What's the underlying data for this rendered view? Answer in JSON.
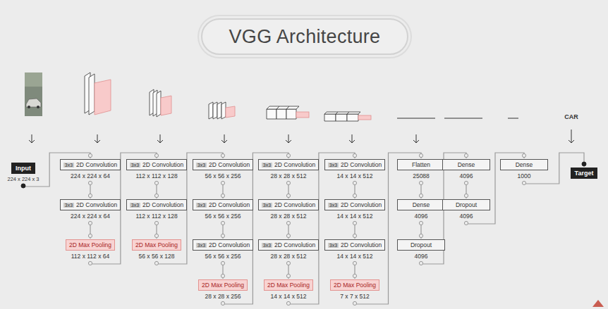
{
  "diagram": {
    "title": "VGG Architecture",
    "nodes": [
      {
        "text": [
          "Input",
          "224 x 224 x 3"
        ]
      },
      {
        "text": [
          "3x3",
          "2D Convolution",
          "224 x 224 x 64"
        ]
      },
      {
        "text": [
          "3x3",
          "2D Convolution",
          "224 x 224 x 64"
        ]
      },
      {
        "text": [
          "2D Max Pooling",
          "112 x 112 x 64"
        ]
      },
      {
        "text": [
          "3x3",
          "2D Convolution",
          "112 x 112 x 128"
        ]
      },
      {
        "text": [
          "3x3",
          "2D Convolution",
          "112 x 112 x 128"
        ]
      },
      {
        "text": [
          "2D Max Pooling",
          "56 x 56 x 128"
        ]
      },
      {
        "text": [
          "3x3",
          "2D Convolution",
          "56 x 56 x 256"
        ]
      },
      {
        "text": [
          "3x3",
          "2D Convolution",
          "56 x 56 x 256"
        ]
      },
      {
        "text": [
          "3x3",
          "2D Convolution",
          "56 x 56 x 256"
        ]
      },
      {
        "text": [
          "2D Max Pooling",
          "28 x 28 x 256"
        ]
      },
      {
        "text": [
          "3x3",
          "2D Convolution",
          "28 x 28 x 512"
        ]
      },
      {
        "text": [
          "3x3",
          "2D Convolution",
          "28 x 28 x 512"
        ]
      },
      {
        "text": [
          "3x3",
          "2D Convolution",
          "28 x 28 x 512"
        ]
      },
      {
        "text": [
          "2D Max Pooling",
          "14 x 14 x 512"
        ]
      },
      {
        "text": [
          "3x3",
          "2D Convolution",
          "14 x 14 x 512"
        ]
      },
      {
        "text": [
          "3x3",
          "2D Convolution",
          "14 x 14 x 512"
        ]
      },
      {
        "text": [
          "3x3",
          "2D Convolution",
          "14 x 14 x 512"
        ]
      },
      {
        "text": [
          "2D Max Pooling",
          "7 x 7 x 512"
        ]
      },
      {
        "text": [
          "Flatten",
          "25088"
        ]
      },
      {
        "text": [
          "Dense",
          "4096"
        ]
      },
      {
        "text": [
          "Dropout",
          "4096"
        ]
      },
      {
        "text": [
          "Dense",
          "4096"
        ]
      },
      {
        "text": [
          "Dropout",
          "4096"
        ]
      },
      {
        "text": [
          "Dense",
          "1000"
        ]
      },
      {
        "text": [
          "Target"
        ]
      }
    ],
    "edges": [
      {
        "from": 0,
        "to": 1,
        "arrow": "none"
      },
      {
        "from": 1,
        "to": 2,
        "arrow": "none"
      },
      {
        "from": 2,
        "to": 3,
        "arrow": "none"
      },
      {
        "from": 3,
        "to": 4,
        "arrow": "none"
      },
      {
        "from": 4,
        "to": 5,
        "arrow": "none"
      },
      {
        "from": 5,
        "to": 6,
        "arrow": "none"
      },
      {
        "from": 6,
        "to": 7,
        "arrow": "none"
      },
      {
        "from": 7,
        "to": 8,
        "arrow": "none"
      },
      {
        "from": 8,
        "to": 9,
        "arrow": "none"
      },
      {
        "from": 9,
        "to": 10,
        "arrow": "none"
      },
      {
        "from": 10,
        "to": 11,
        "arrow": "none"
      },
      {
        "from": 11,
        "to": 12,
        "arrow": "none"
      },
      {
        "from": 12,
        "to": 13,
        "arrow": "none"
      },
      {
        "from": 13,
        "to": 14,
        "arrow": "none"
      },
      {
        "from": 14,
        "to": 15,
        "arrow": "none"
      },
      {
        "from": 15,
        "to": 16,
        "arrow": "none"
      },
      {
        "from": 16,
        "to": 17,
        "arrow": "none"
      },
      {
        "from": 17,
        "to": 18,
        "arrow": "none"
      },
      {
        "from": 18,
        "to": 19,
        "arrow": "none"
      },
      {
        "from": 19,
        "to": 20,
        "arrow": "none"
      },
      {
        "from": 20,
        "to": 21,
        "arrow": "none"
      },
      {
        "from": 21,
        "to": 22,
        "arrow": "none"
      },
      {
        "from": 22,
        "to": 23,
        "arrow": "none"
      },
      {
        "from": 23,
        "to": 24,
        "arrow": "none"
      },
      {
        "from": 24,
        "to": 25,
        "arrow": "none"
      }
    ],
    "labels": [
      "CAR"
    ]
  }
}
